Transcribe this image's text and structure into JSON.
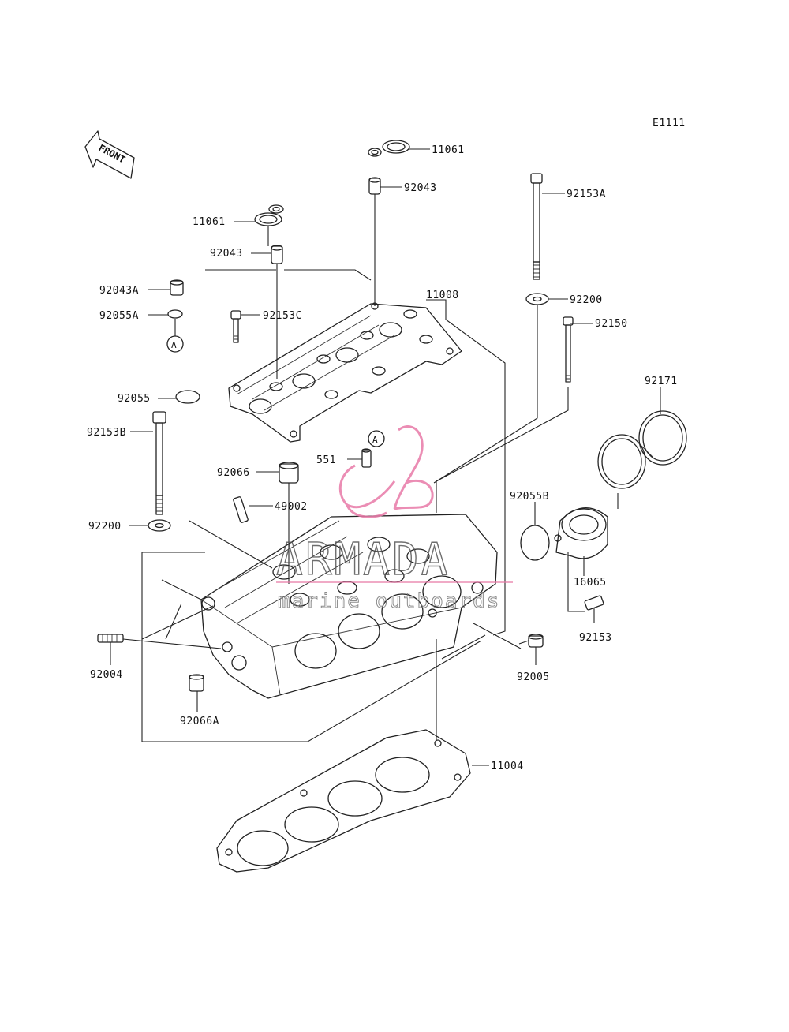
{
  "figure_code": "E1111",
  "front_arrow_text": "FRONT",
  "reference_marker": "A",
  "watermark": {
    "brand": "ARMADA",
    "tagline": "marine outboards",
    "color": "#e87aa8"
  },
  "parts": [
    {
      "id": "11061-top",
      "label": "11061"
    },
    {
      "id": "92043-top",
      "label": "92043"
    },
    {
      "id": "92153A",
      "label": "92153A"
    },
    {
      "id": "11061-left",
      "label": "11061"
    },
    {
      "id": "92043-left",
      "label": "92043"
    },
    {
      "id": "92043A",
      "label": "92043A"
    },
    {
      "id": "92055A",
      "label": "92055A"
    },
    {
      "id": "92153C",
      "label": "92153C"
    },
    {
      "id": "11008",
      "label": "11008"
    },
    {
      "id": "92200-right",
      "label": "92200"
    },
    {
      "id": "92150",
      "label": "92150"
    },
    {
      "id": "92171",
      "label": "92171"
    },
    {
      "id": "92055",
      "label": "92055"
    },
    {
      "id": "92153B",
      "label": "92153B"
    },
    {
      "id": "551",
      "label": "551"
    },
    {
      "id": "92066",
      "label": "92066"
    },
    {
      "id": "49002",
      "label": "49002"
    },
    {
      "id": "92055B",
      "label": "92055B"
    },
    {
      "id": "92200-left",
      "label": "92200"
    },
    {
      "id": "16065",
      "label": "16065"
    },
    {
      "id": "92153",
      "label": "92153"
    },
    {
      "id": "92004",
      "label": "92004"
    },
    {
      "id": "92005",
      "label": "92005"
    },
    {
      "id": "92066A",
      "label": "92066A"
    },
    {
      "id": "11004",
      "label": "11004"
    }
  ]
}
